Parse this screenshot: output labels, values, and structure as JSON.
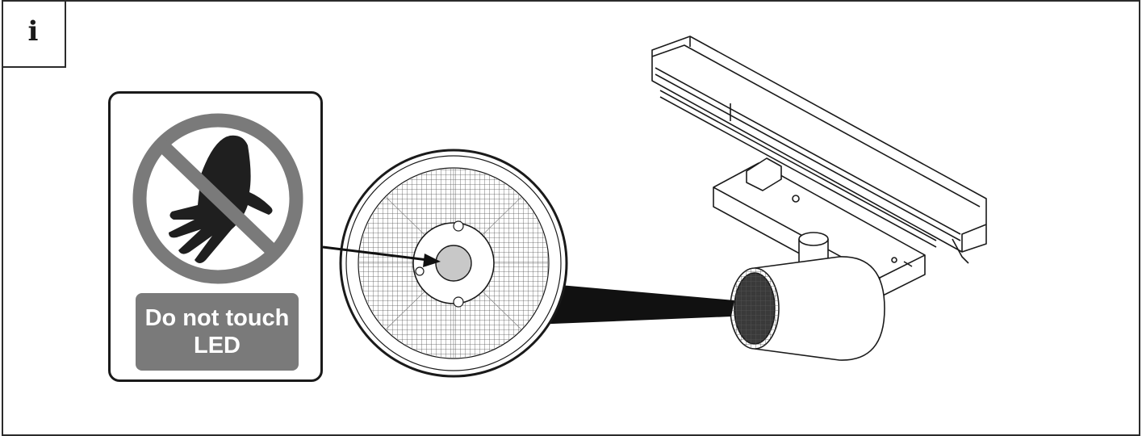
{
  "info_tab": {
    "glyph": "i",
    "icon": "info-icon"
  },
  "sign": {
    "line1": "Do not touch",
    "line2": "LED",
    "icon": "no-touch-hand-icon"
  },
  "colors": {
    "line": "#1a1a1a",
    "sign_grey": "#7a7a7a",
    "led_grey": "#c8c8c8"
  }
}
